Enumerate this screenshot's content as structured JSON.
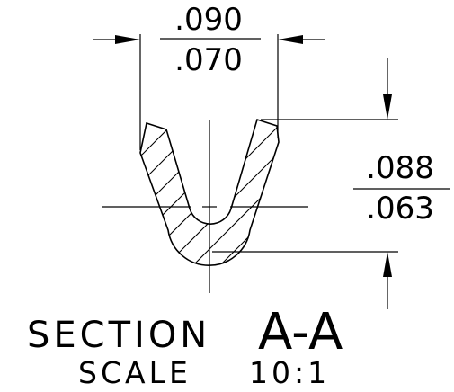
{
  "dimensions": {
    "width_max": ".090",
    "width_min": ".070",
    "depth_max": ".088",
    "depth_min": ".063"
  },
  "section": {
    "label": "SECTION",
    "id": "A-A"
  },
  "scale": {
    "label": "SCALE",
    "value": "10:1"
  }
}
